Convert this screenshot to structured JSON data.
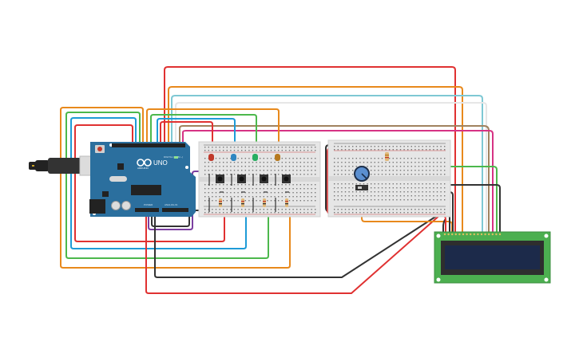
{
  "scene": {
    "type": "circuit-schematic",
    "background": "#ffffff"
  },
  "arduino": {
    "brand_label": "ARDUINO",
    "model_label": "UNO",
    "header_label": "DIGITAL (PWM ~)",
    "power_label": "POWER",
    "analog_label": "ANALOG IN",
    "board_color": "#2b6f9e",
    "usb_cable_color": "#222222"
  },
  "breadboard_left": {
    "name": "breadboard-small-1",
    "leds": [
      {
        "color": "#c0392b",
        "name": "red-led"
      },
      {
        "color": "#2e86c1",
        "name": "blue-led"
      },
      {
        "color": "#27ae60",
        "name": "green-led"
      },
      {
        "color": "#b7791f",
        "name": "yellow-led"
      }
    ],
    "buttons": 4,
    "resistors": 4
  },
  "breadboard_right": {
    "name": "breadboard-small-2",
    "components": [
      "potentiometer",
      "slide-switch",
      "resistor"
    ]
  },
  "lcd": {
    "name": "lcd-16x2",
    "pcb_color": "#4caf50",
    "screen_color": "#1c2a4a",
    "pins": 16
  },
  "wire_colors": {
    "red": "#e03131",
    "orange": "#e8891c",
    "cyan": "#7ec8d4",
    "white": "#e6e6e6",
    "brown": "#a0825f",
    "magenta": "#d63384",
    "green": "#4cb84c",
    "blue": "#1e9bd7",
    "black": "#333333",
    "purple": "#7b3fa0"
  }
}
